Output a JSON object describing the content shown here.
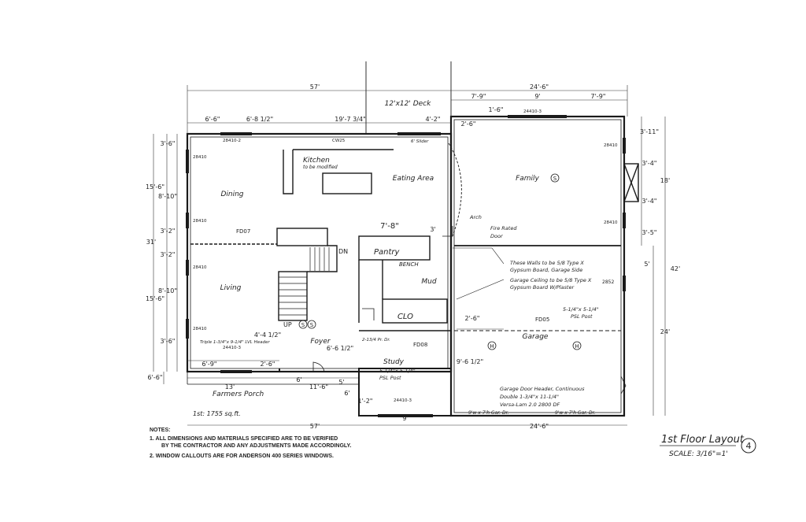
{
  "deck": "12'x12' Deck",
  "rooms": {
    "kitchen": "Kitchen",
    "kitchen_note": "to be modified",
    "eating": "Eating Area",
    "family": "Family",
    "dining": "Dining",
    "living": "Living",
    "foyer": "Foyer",
    "study": "Study",
    "mud": "Mud",
    "garage": "Garage",
    "pantry": "Pantry",
    "bench": "BENCH",
    "clo": "CLO",
    "porch": "Farmers Porch"
  },
  "labels": {
    "arch": "Arch",
    "fire_door_1": "Fire Rated",
    "fire_door_2": "Door",
    "fire_walls_1": "These Walls to be 5/8 Type X",
    "fire_walls_2": "Gypsum Board, Garage Side",
    "garage_ceiling_1": "Garage Ceiling to be 5/8 Type X",
    "garage_ceiling_2": "Gypsum Board W/Plaster",
    "psl_1a": "5-1/4\"x 5-1/4\"",
    "psl_1b": "PSL Post",
    "psl_2a": "5-1/4\"x 5-1/4\"",
    "psl_2b": "PSL Post",
    "header_1": "Garage Door Header, Continuous",
    "header_2": "Double 1-3/4\"x 11-1/4\"",
    "header_3": "Versa-Lam 2.0 2800 DF",
    "lvl_header": "Triple 1-3/4\"x 9-1/4\" LVL Header",
    "gar_door_1": "9'w x 7'h Gar. Dr.",
    "gar_door_2": "9'w x 7'h Gar. Dr.",
    "door_dn": "DN",
    "door_up": "UP",
    "fd07": "FD07",
    "fd08": "FD08",
    "fd05": "FD05",
    "pr_dr": "2-13/4 Pr. Dr.",
    "six_slider": "6' Slider",
    "area": "1st: 1755 sq.ft.",
    "code_2852": "2852",
    "code_cw": "CW25"
  },
  "windows": {
    "w1": "28410-2",
    "w2": "24410-3",
    "w3": "24410-3",
    "w4": "24410-3",
    "w5": "28410",
    "w6": "28410",
    "w7": "28410",
    "w8": "28410",
    "w9": "28410",
    "w10": "28410"
  },
  "dims": {
    "top_total": "57'",
    "top_right": "24'-6\"",
    "d_66": "6'-6\"",
    "d_68": "6'-8 1/2\"",
    "d_19": "19'-7 3/4\"",
    "d_42": "4'-2\"",
    "d_26a": "2'-6\"",
    "d_79a": "7'-9\"",
    "d_9": "9'",
    "d_79b": "7'-9\"",
    "d_16": "1'-6\"",
    "l_36a": "3'-6\"",
    "l_156a": "15'-6\"",
    "l_810a": "8'-10\"",
    "l_32a": "3'-2\"",
    "l_31": "31'",
    "l_32b": "3'-2\"",
    "l_810b": "8'-10\"",
    "l_156b": "15'-6\"",
    "l_36b": "3'-6\"",
    "l_66": "6'-6\"",
    "r_311": "3'-11\"",
    "r_34a": "3'-4\"",
    "r_18": "18'",
    "r_34b": "3'-4\"",
    "r_35": "3'-5\"",
    "r_42": "42'",
    "r_24": "24'",
    "r_5": "5'",
    "i_78": "7'-8\"",
    "i_3": "3'",
    "i_26b": "2'-6\"",
    "i_92": "9'-6 1/2\"",
    "i_62": "6'-6 1/2\"",
    "i_44": "4'-4 1/2\"",
    "b_69": "6'-9\"",
    "b_26": "2'-6\"",
    "b_6": "6'",
    "b_13": "13'",
    "b_116": "11'-6\"",
    "b_5": "5'",
    "b_6b": "6'",
    "bot_57": "57'",
    "bot_246": "24'-6\"",
    "bot_12": "1'-2\"",
    "bot_9": "9'"
  },
  "notes": {
    "heading": "NOTES:",
    "n1a": "1.  ALL DIMENSIONS AND MATERIALS SPECIFIED ARE TO BE VERIFIED",
    "n1b": "BY THE CONTRACTOR AND ANY ADJUSTMENTS MADE ACCORDINGLY.",
    "n2": "2.  WINDOW CALLOUTS ARE FOR ANDERSON 400 SERIES WINDOWS."
  },
  "title_block": {
    "title": "1st Floor Layout",
    "scale": "SCALE: 3/16\"=1'",
    "sheet": "4"
  },
  "symbols": {
    "smoke": "S",
    "heat": "H"
  }
}
